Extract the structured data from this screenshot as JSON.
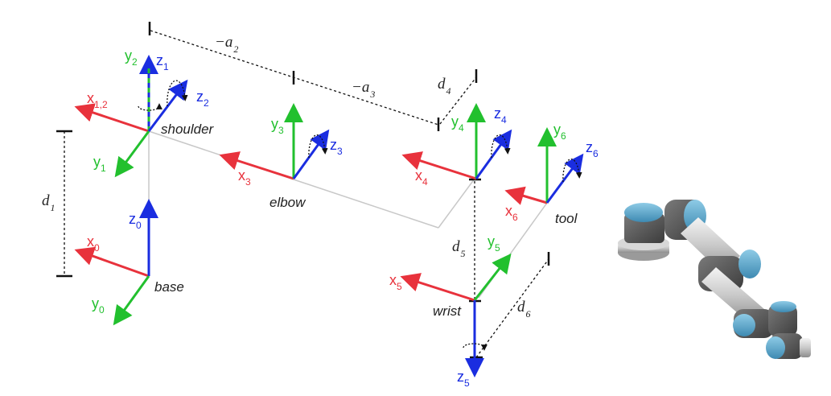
{
  "colors": {
    "x_axis": "#e8323c",
    "y_axis": "#22c02e",
    "z_axis": "#1a2de0",
    "link": "#c8c8c8",
    "dim": "#111111"
  },
  "joints": {
    "base": "base",
    "shoulder": "shoulder",
    "elbow": "elbow",
    "wrist": "wrist",
    "tool": "tool"
  },
  "axes": {
    "x0": {
      "main": "x",
      "sub": "0"
    },
    "y0": {
      "main": "y",
      "sub": "0"
    },
    "z0": {
      "main": "z",
      "sub": "0"
    },
    "x12": {
      "main": "x",
      "sub": "1,2"
    },
    "y1": {
      "main": "y",
      "sub": "1"
    },
    "z1": {
      "main": "z",
      "sub": "1"
    },
    "y2": {
      "main": "y",
      "sub": "2"
    },
    "z2": {
      "main": "z",
      "sub": "2"
    },
    "x3": {
      "main": "x",
      "sub": "3"
    },
    "y3": {
      "main": "y",
      "sub": "3"
    },
    "z3": {
      "main": "z",
      "sub": "3"
    },
    "x4": {
      "main": "x",
      "sub": "4"
    },
    "y4": {
      "main": "y",
      "sub": "4"
    },
    "z4": {
      "main": "z",
      "sub": "4"
    },
    "x5": {
      "main": "x",
      "sub": "5"
    },
    "y5": {
      "main": "y",
      "sub": "5"
    },
    "z5": {
      "main": "z",
      "sub": "5"
    },
    "x6": {
      "main": "x",
      "sub": "6"
    },
    "y6": {
      "main": "y",
      "sub": "6"
    },
    "z6": {
      "main": "z",
      "sub": "6"
    }
  },
  "dims": {
    "d1": {
      "main": "d",
      "sub": "1"
    },
    "a2": {
      "main": "−a",
      "sub": "2"
    },
    "a3": {
      "main": "−a",
      "sub": "3"
    },
    "d4": {
      "main": "d",
      "sub": "4"
    },
    "d5": {
      "main": "d",
      "sub": "5"
    },
    "d6": {
      "main": "d",
      "sub": "6"
    }
  }
}
